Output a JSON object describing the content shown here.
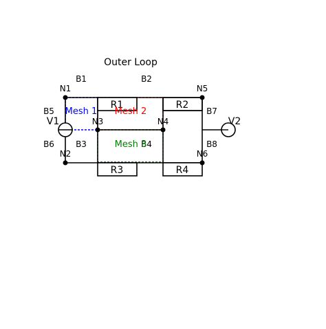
{
  "title": "Outer Loop",
  "nodes": {
    "n1": "N1",
    "n2": "N2",
    "n3": "N3",
    "n4": "N4",
    "n5": "N5",
    "n6": "N6"
  },
  "branches": {
    "b1": "B1",
    "b2": "B2",
    "b3": "B3",
    "b4": "B4",
    "b5": "B5",
    "b6": "B6",
    "b7": "B7",
    "b8": "B8"
  },
  "resistors": {
    "r1": "R1",
    "r2": "R2",
    "r3": "R3",
    "r4": "R4"
  },
  "sources": {
    "v1": "V1",
    "v2": "V2"
  },
  "meshes": {
    "m1": {
      "label": "Mesh 1",
      "color": "#0000ff"
    },
    "m2": {
      "label": "Mesh 2",
      "color": "#ff0000"
    },
    "m3": {
      "label": "Mesh 3",
      "color": "#008000"
    }
  }
}
